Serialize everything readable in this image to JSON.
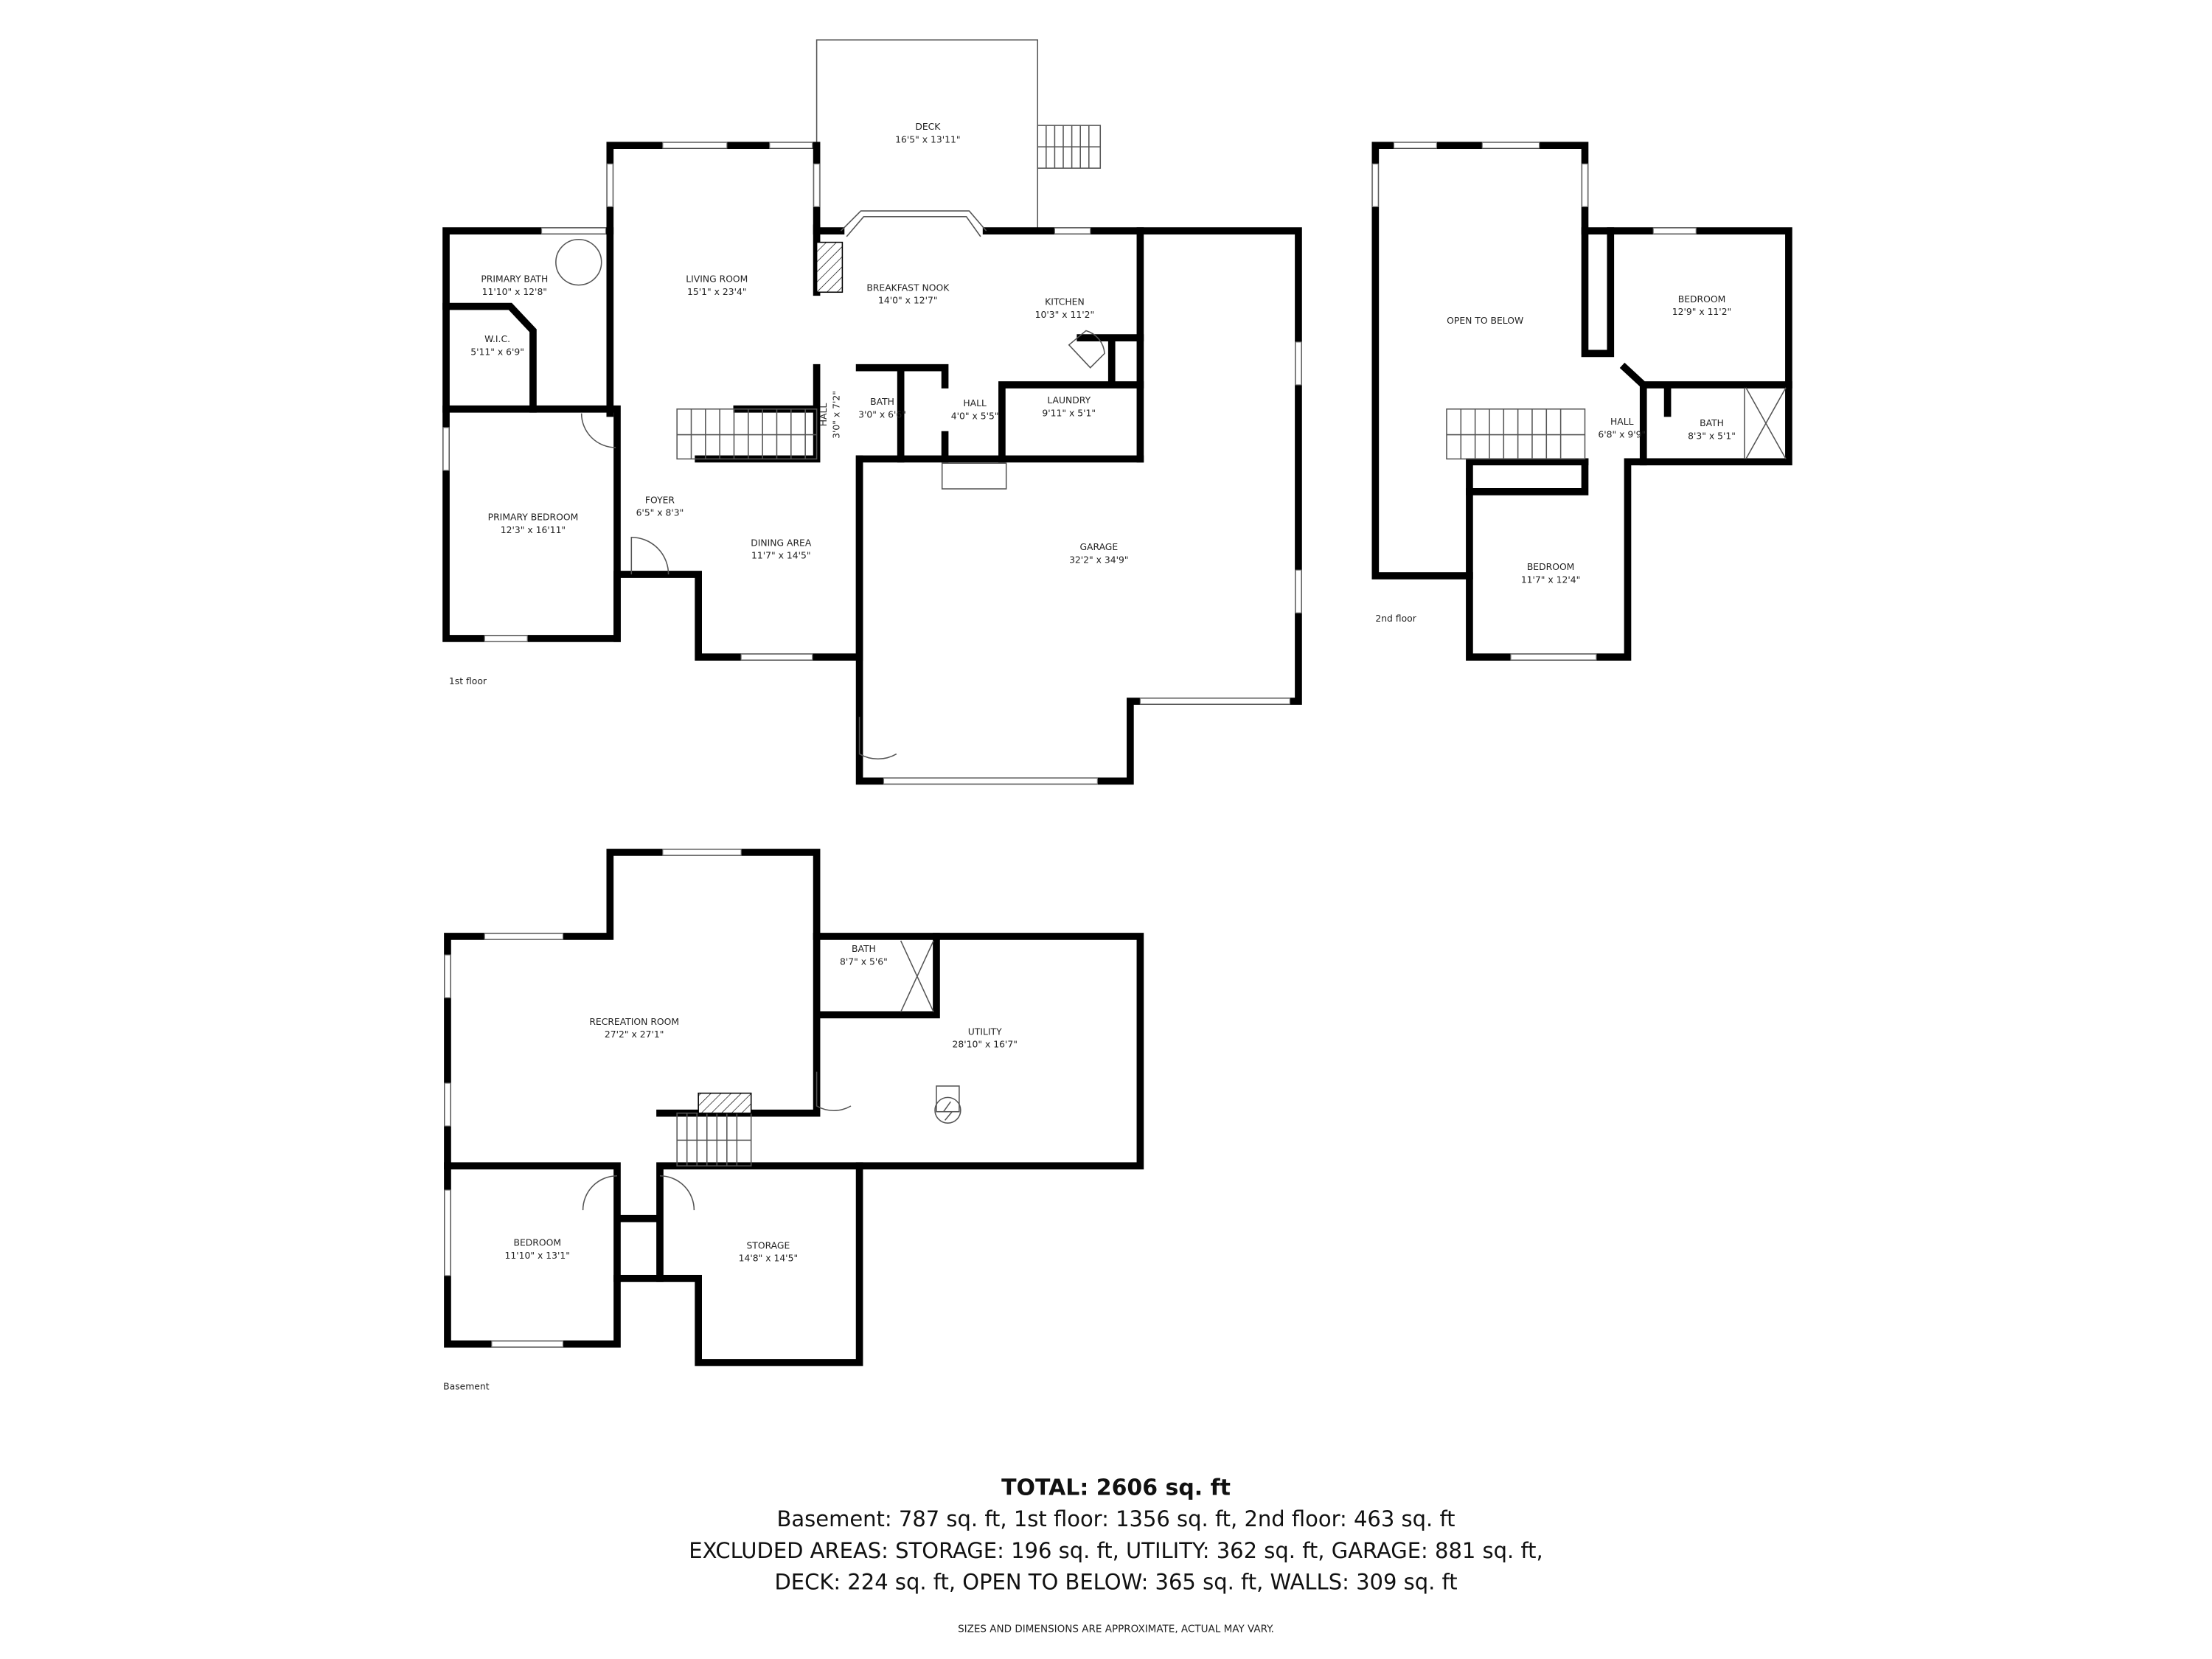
{
  "first_floor": {
    "label": "1st floor",
    "rooms": {
      "deck": {
        "name": "DECK",
        "size": "16'5\" x 13'11\""
      },
      "living_room": {
        "name": "LIVING ROOM",
        "size": "15'1\" x 23'4\""
      },
      "breakfast_nook": {
        "name": "BREAKFAST NOOK",
        "size": "14'0\" x 12'7\""
      },
      "primary_bath": {
        "name": "PRIMARY BATH",
        "size": "11'10\" x 12'8\""
      },
      "wic": {
        "name": "W.I.C.",
        "size": "5'11\" x 6'9\""
      },
      "kitchen": {
        "name": "KITCHEN",
        "size": "10'3\" x 11'2\""
      },
      "hall_a": {
        "name": "HALL",
        "size": "3'0\" x 7'2\""
      },
      "bath": {
        "name": "BATH",
        "size": "3'0\" x 6'6\""
      },
      "hall_b": {
        "name": "HALL",
        "size": "4'0\" x 5'5\""
      },
      "laundry": {
        "name": "LAUNDRY",
        "size": "9'11\" x 5'1\""
      },
      "primary_bedroom": {
        "name": "PRIMARY BEDROOM",
        "size": "12'3\" x 16'11\""
      },
      "foyer": {
        "name": "FOYER",
        "size": "6'5\" x 8'3\""
      },
      "dining_area": {
        "name": "DINING AREA",
        "size": "11'7\" x 14'5\""
      },
      "garage": {
        "name": "GARAGE",
        "size": "32'2\" x 34'9\""
      }
    }
  },
  "second_floor": {
    "label": "2nd floor",
    "rooms": {
      "open_to_below": {
        "name": "OPEN TO BELOW"
      },
      "bedroom_a": {
        "name": "BEDROOM",
        "size": "12'9\" x 11'2\""
      },
      "hall": {
        "name": "HALL",
        "size": "6'8\" x 9'9\""
      },
      "bath": {
        "name": "BATH",
        "size": "8'3\" x 5'1\""
      },
      "bedroom_b": {
        "name": "BEDROOM",
        "size": "11'7\" x 12'4\""
      }
    }
  },
  "basement": {
    "label": "Basement",
    "rooms": {
      "recreation_room": {
        "name": "RECREATION ROOM",
        "size": "27'2\" x 27'1\""
      },
      "bath": {
        "name": "BATH",
        "size": "8'7\" x 5'6\""
      },
      "utility": {
        "name": "UTILITY",
        "size": "28'10\" x 16'7\""
      },
      "bedroom": {
        "name": "BEDROOM",
        "size": "11'10\" x 13'1\""
      },
      "storage": {
        "name": "STORAGE",
        "size": "14'8\" x 14'5\""
      }
    }
  },
  "summary": {
    "total": "TOTAL: 2606 sq. ft",
    "floors": "Basement: 787 sq. ft, 1st floor: 1356 sq. ft, 2nd floor: 463 sq. ft",
    "excluded_1": "EXCLUDED AREAS: STORAGE: 196 sq. ft, UTILITY: 362 sq. ft, GARAGE: 881 sq. ft,",
    "excluded_2": "DECK: 224 sq. ft, OPEN TO BELOW: 365 sq. ft, WALLS: 309 sq. ft",
    "disclaimer": "SIZES AND DIMENSIONS ARE APPROXIMATE, ACTUAL MAY VARY."
  }
}
